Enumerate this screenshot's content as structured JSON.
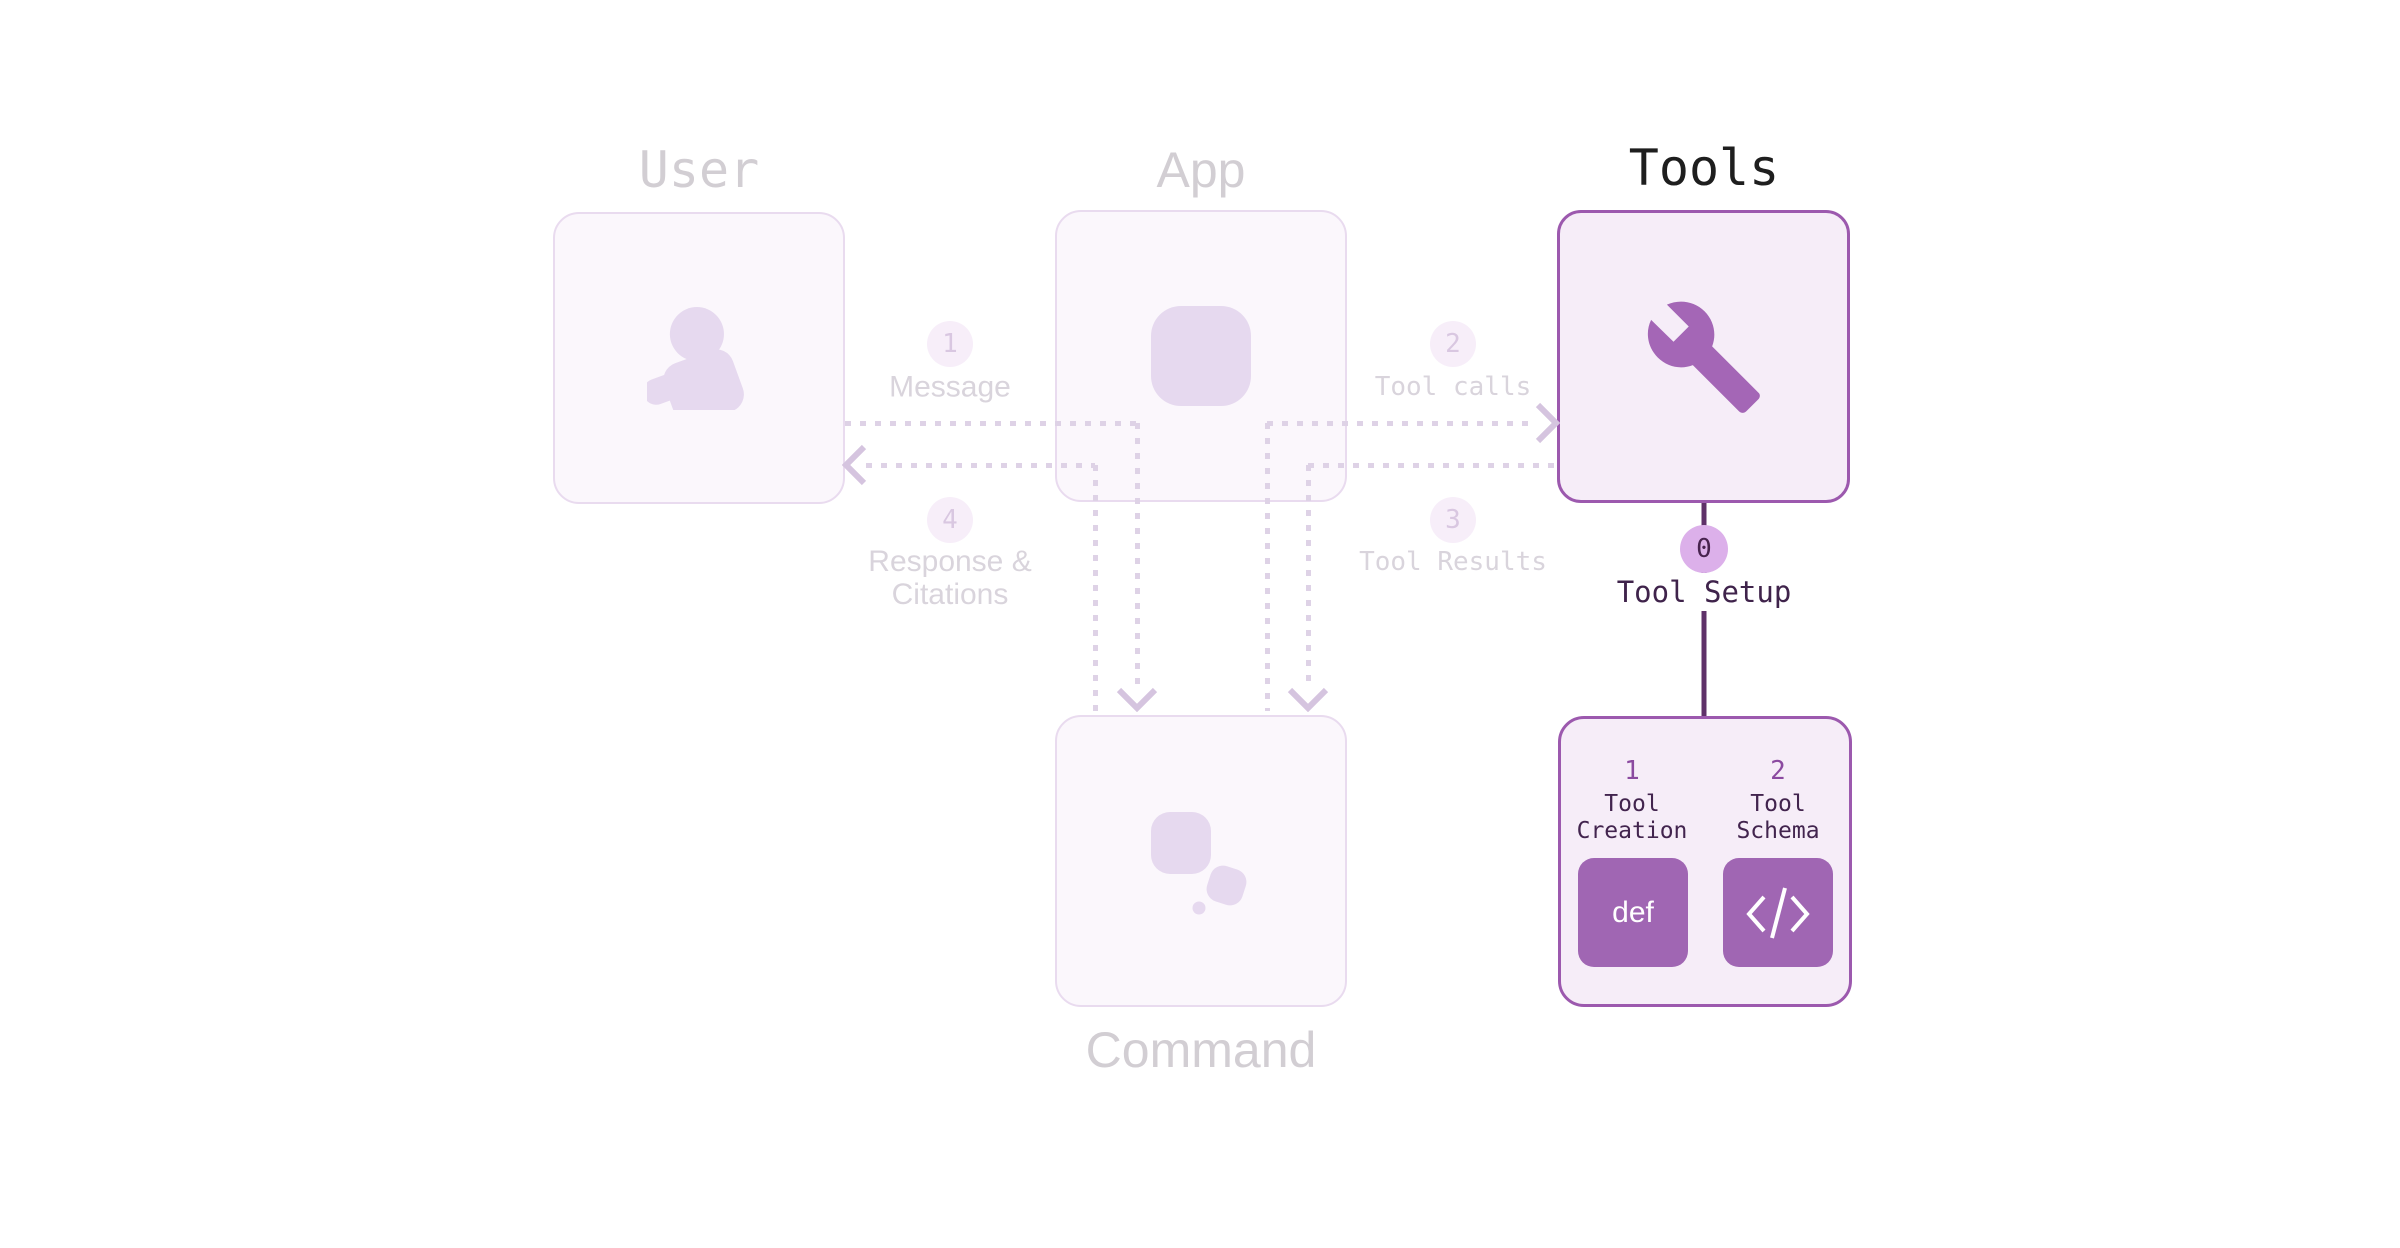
{
  "diagram": {
    "nodes": {
      "user": {
        "title": "User"
      },
      "app": {
        "title": "App"
      },
      "tools": {
        "title": "Tools"
      },
      "command": {
        "title": "Command"
      }
    },
    "edges": [
      {
        "num": "1",
        "lines": [
          "Message"
        ]
      },
      {
        "num": "2",
        "lines": [
          "Tool calls"
        ]
      },
      {
        "num": "3",
        "lines": [
          "Tool Results"
        ]
      },
      {
        "num": "4",
        "lines": [
          "Response &",
          "Citations"
        ]
      }
    ],
    "setup": {
      "num": "0",
      "label": "Tool Setup",
      "steps": [
        {
          "num": "1",
          "lines": [
            "Tool",
            "Creation"
          ],
          "tile": "def"
        },
        {
          "num": "2",
          "lines": [
            "Tool",
            "Schema"
          ],
          "tile_icon": "code-icon"
        }
      ]
    },
    "icons": {
      "user": "person-icon",
      "app": "app-square-icon",
      "tools": "wrench-icon",
      "command": "command-shapes-icon",
      "schema": "code-icon"
    }
  },
  "colors": {
    "background": "#ffffff",
    "accent_border": "#9c59ae",
    "accent_fill": "#f6edf8",
    "accent_icon": "#a466b6",
    "line_dark": "#5f3169",
    "badge0_bg": "#dcb0ea",
    "badge0_text": "#48234f",
    "setup_text": "#3f234b",
    "step_num": "#8b4aa0",
    "step_text": "#42244e",
    "tile_bg": "#a066b3",
    "tile_text": "#ffffff",
    "title_dark": "#1e1e1e",
    "faded_border": "#e9dbef",
    "faded_fill": "#fbf7fc",
    "faded_icon": "#e6d9ef",
    "faded_title": "#d2ced3",
    "faded_text": "#d9d4dc",
    "faded_badge_bg": "#f7eef9",
    "faded_badge_text": "#d9c7e1",
    "dot": "#ded2e6",
    "chevron": "#d5c4df"
  }
}
